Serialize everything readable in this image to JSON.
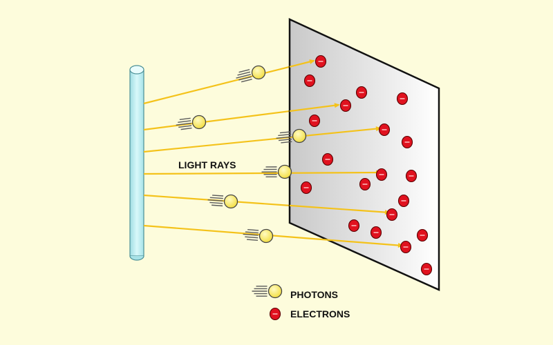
{
  "labels": {
    "light_rays": "LIGHT RAYS",
    "photons": "PHOTONS",
    "electrons": "ELECTRONS"
  },
  "colors": {
    "background": "#fdfcdc",
    "tube": "#bfeff2",
    "ray": "#f4c21a",
    "photon": "#ffef5c",
    "electron": "#e0121f",
    "plate": "#c9c9c9"
  },
  "icons": {
    "photon": "photon-icon",
    "electron": "electron-icon",
    "light_source": "light-tube",
    "metal_plate": "metal-plate"
  }
}
